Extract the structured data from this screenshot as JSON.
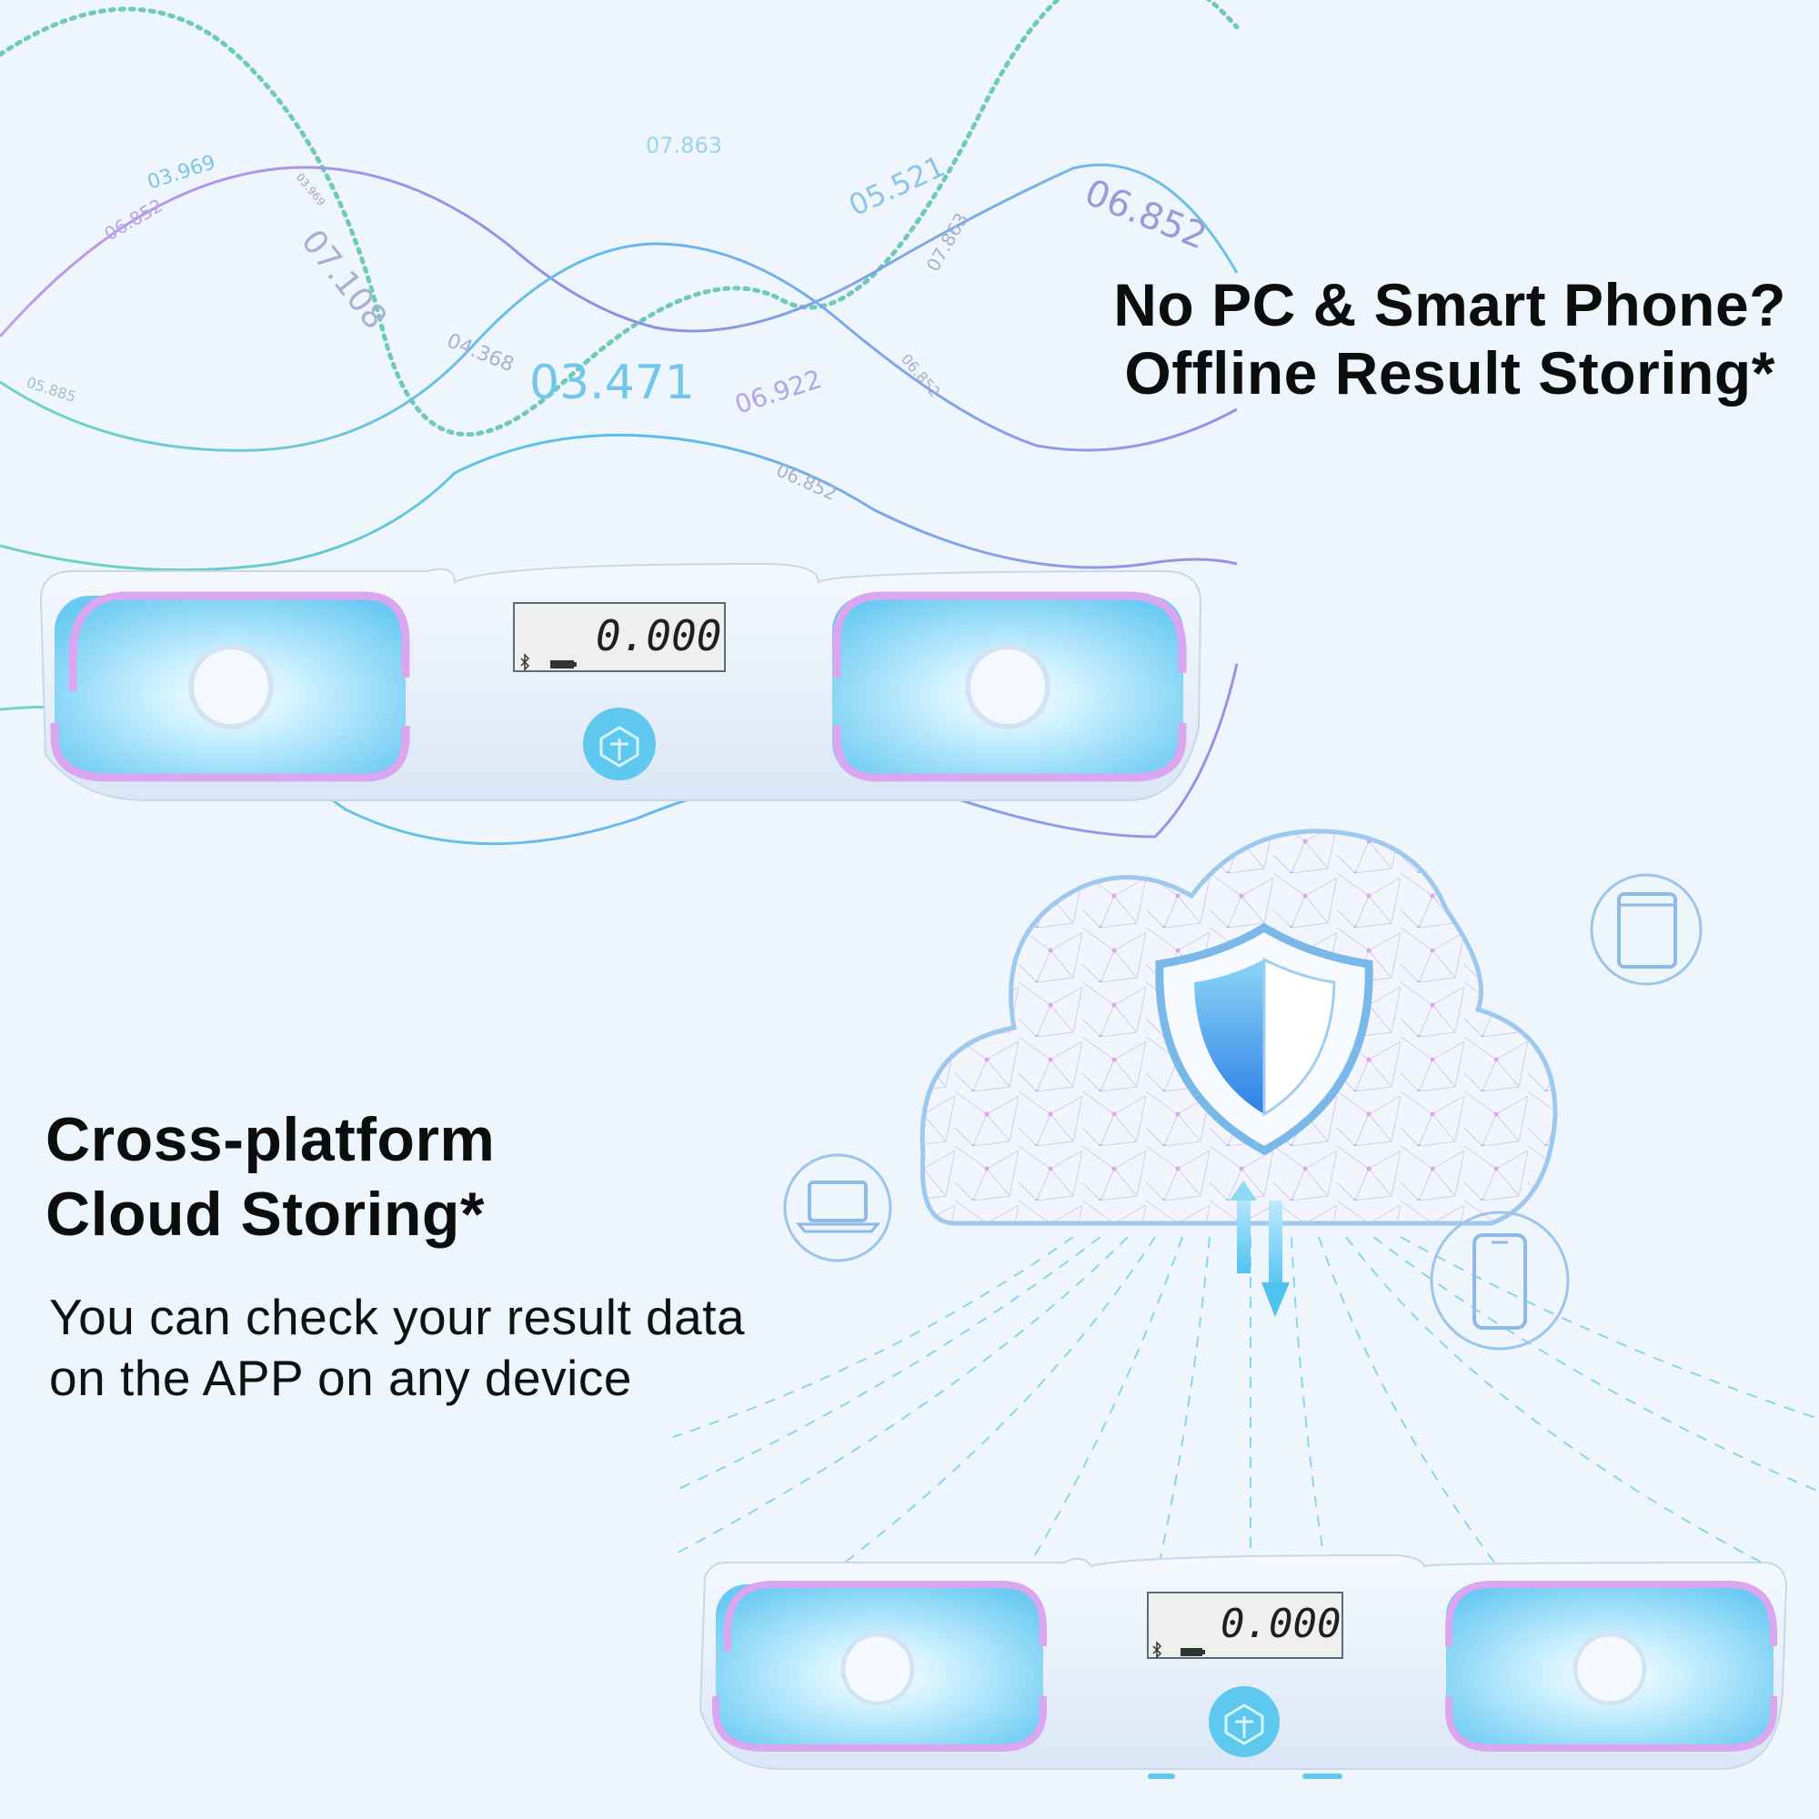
{
  "headline_top": {
    "line1": "No PC & Smart Phone?",
    "line2": "Offline Result Storing*"
  },
  "headline_cross": {
    "line1": "Cross-platform",
    "line2": "Cloud Storing*"
  },
  "body": {
    "line1": "You can check your result data",
    "line2": "on the APP on any device"
  },
  "wave_readings": [
    "07.863",
    "03.969",
    "06.852",
    "03.969",
    "07.108",
    "04.368",
    "03.471",
    "06.922",
    "05.521",
    "07.863",
    "06.852",
    "06.852",
    "05.885",
    "06.852"
  ],
  "device_display": {
    "top": "0.000",
    "bottom": "0.000"
  },
  "icons": [
    "bluetooth-icon",
    "battery-icon",
    "brand-logo-icon",
    "shield-icon",
    "cloud-icon",
    "tablet-icon",
    "laptop-icon",
    "phone-icon",
    "sync-arrows-icon"
  ],
  "colors": {
    "background": "#eef5fc",
    "accent_blue": "#5ec8ef",
    "accent_purple": "#d8a8ef",
    "text": "#0d0d0d"
  }
}
